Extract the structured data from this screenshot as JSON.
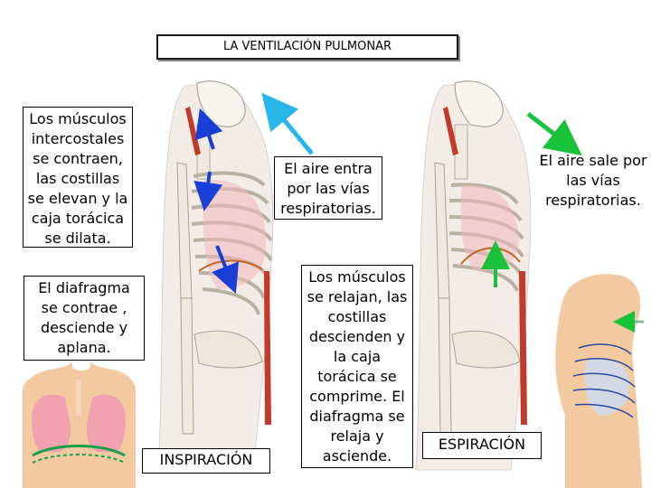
{
  "title": "LA VENTILACIÓN PULMONAR",
  "inspiration": {
    "muscles_text": "Los músculos intercostales se contraen, las costillas se elevan y la caja torácica se dilata.",
    "diaphragm_text": "El diafragma se contrae , desciende y aplana.",
    "air_text": "El aire entra por las vías respiratorias.",
    "label": "INSPIRACIÓN"
  },
  "expiration": {
    "muscles_text": "Los músculos se relajan, las costillas descienden y la caja torácica se comprime. El diafragma se relaja y asciende.",
    "air_text": "El aire sale por las vías respiratorias.",
    "label": "ESPIRACIÓN"
  },
  "colors": {
    "lungs": "#f2a1b0",
    "skin": "#f3c9a0",
    "diaphragm": "#1aa04a",
    "arrow_blue": "#1a3fd6",
    "arrow_cyan": "#29b6e8",
    "arrow_green": "#19c23a",
    "muscle": "#c43a2a"
  }
}
